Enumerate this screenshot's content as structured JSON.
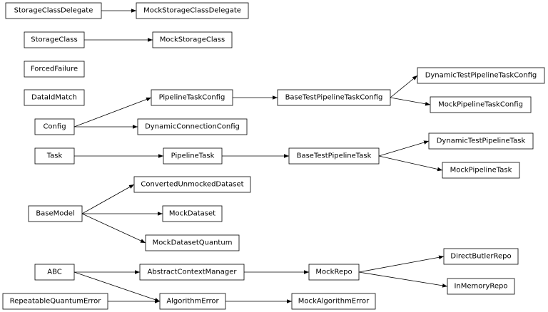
{
  "colors": {
    "background": "#ffffff",
    "stroke": "#000000",
    "text": "#000000"
  },
  "nodes": {
    "StorageClassDelegate": "StorageClassDelegate",
    "MockStorageClassDelegate": "MockStorageClassDelegate",
    "StorageClass": "StorageClass",
    "MockStorageClass": "MockStorageClass",
    "ForcedFailure": "ForcedFailure",
    "DataIdMatch": "DataIdMatch",
    "PipelineTaskConfig": "PipelineTaskConfig",
    "BaseTestPipelineTaskConfig": "BaseTestPipelineTaskConfig",
    "DynamicTestPipelineTaskConfig": "DynamicTestPipelineTaskConfig",
    "MockPipelineTaskConfig": "MockPipelineTaskConfig",
    "Config": "Config",
    "DynamicConnectionConfig": "DynamicConnectionConfig",
    "Task": "Task",
    "PipelineTask": "PipelineTask",
    "BaseTestPipelineTask": "BaseTestPipelineTask",
    "DynamicTestPipelineTask": "DynamicTestPipelineTask",
    "MockPipelineTask": "MockPipelineTask",
    "ConvertedUnmockedDataset": "ConvertedUnmockedDataset",
    "BaseModel": "BaseModel",
    "MockDataset": "MockDataset",
    "MockDatasetQuantum": "MockDatasetQuantum",
    "ABC": "ABC",
    "AbstractContextManager": "AbstractContextManager",
    "MockRepo": "MockRepo",
    "DirectButlerRepo": "DirectButlerRepo",
    "InMemoryRepo": "InMemoryRepo",
    "RepeatableQuantumError": "RepeatableQuantumError",
    "AlgorithmError": "AlgorithmError",
    "MockAlgorithmError": "MockAlgorithmError"
  },
  "edges": [
    [
      "StorageClassDelegate",
      "MockStorageClassDelegate"
    ],
    [
      "StorageClass",
      "MockStorageClass"
    ],
    [
      "PipelineTaskConfig",
      "BaseTestPipelineTaskConfig"
    ],
    [
      "BaseTestPipelineTaskConfig",
      "DynamicTestPipelineTaskConfig"
    ],
    [
      "BaseTestPipelineTaskConfig",
      "MockPipelineTaskConfig"
    ],
    [
      "Config",
      "PipelineTaskConfig"
    ],
    [
      "Config",
      "DynamicConnectionConfig"
    ],
    [
      "Task",
      "PipelineTask"
    ],
    [
      "PipelineTask",
      "BaseTestPipelineTask"
    ],
    [
      "BaseTestPipelineTask",
      "DynamicTestPipelineTask"
    ],
    [
      "BaseTestPipelineTask",
      "MockPipelineTask"
    ],
    [
      "BaseModel",
      "ConvertedUnmockedDataset"
    ],
    [
      "BaseModel",
      "MockDataset"
    ],
    [
      "BaseModel",
      "MockDatasetQuantum"
    ],
    [
      "ABC",
      "AbstractContextManager"
    ],
    [
      "ABC",
      "AlgorithmError"
    ],
    [
      "AbstractContextManager",
      "MockRepo"
    ],
    [
      "MockRepo",
      "DirectButlerRepo"
    ],
    [
      "MockRepo",
      "InMemoryRepo"
    ],
    [
      "RepeatableQuantumError",
      "AlgorithmError"
    ],
    [
      "AlgorithmError",
      "MockAlgorithmError"
    ]
  ]
}
